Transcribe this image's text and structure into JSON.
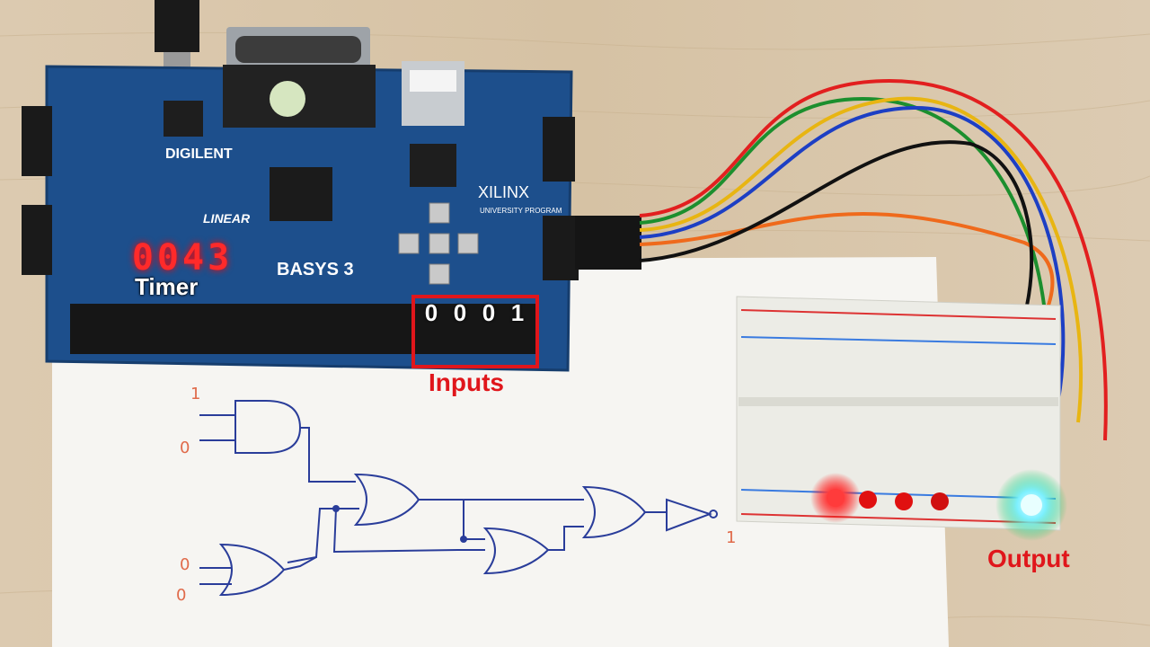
{
  "overlay": {
    "timer_label": "Timer",
    "inputs_label": "Inputs",
    "output_label": "Output",
    "switch_bits": [
      "0",
      "0",
      "0",
      "1"
    ]
  },
  "board": {
    "display_value": "0043",
    "brand": "DIGILENT",
    "model": "BASYS 3",
    "fpga_vendor": "XILINX",
    "program": "UNIVERSITY PROGRAM",
    "linear_logo": "LINEAR"
  },
  "drawing": {
    "input_labels": [
      "1",
      "0",
      "0",
      "0"
    ],
    "output_label": "1"
  },
  "colors": {
    "highlight_box": "#e0161b",
    "board": "#1d4f8c",
    "wood": "#d9c6a8",
    "paper": "#f6f5f2",
    "pen": "#2a3d9a"
  }
}
